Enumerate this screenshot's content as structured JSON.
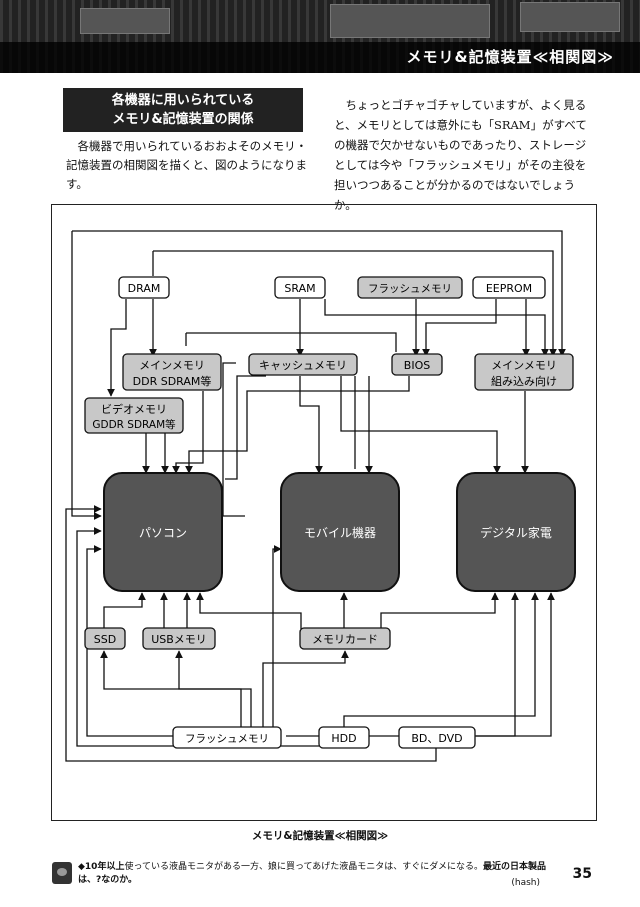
{
  "header": {
    "title": "メモリ&記憶装置≪相関図≫"
  },
  "section": {
    "title_line1": "各機器に用いられている",
    "title_line2": "メモリ&記憶装置の関係"
  },
  "intro_left": "各機器で用いられているおおよそのメモリ・記憶装置の相関図を描くと、図のようになります。",
  "intro_right": "ちょっとゴチャゴチャしていますが、よく見ると、メモリとしては意外にも「SRAM」がすべての機器で欠かせないものであったり、ストレージとしては今や「フラッシュメモリ」がその主役を担いつつあることが分かるのではないでしょうか。",
  "diagram": {
    "dram": "DRAM",
    "sram": "SRAM",
    "flash_top": "フラッシュメモリ",
    "eeprom": "EEPROM",
    "main_memory_pc_1": "メインメモリ",
    "main_memory_pc_2": "DDR SDRAM等",
    "cache": "キャッシュメモリ",
    "bios": "BIOS",
    "main_memory_emb_1": "メインメモリ",
    "main_memory_emb_2": "組み込み向け",
    "video_memory_1": "ビデオメモリ",
    "video_memory_2": "GDDR SDRAM等",
    "pc": "パソコン",
    "mobile": "モバイル機器",
    "digital": "デジタル家電",
    "ssd": "SSD",
    "usb": "USBメモリ",
    "memcard": "メモリカード",
    "flash_bottom": "フラッシュメモリ",
    "hdd": "HDD",
    "bd": "BD、DVD"
  },
  "caption": "メモリ&記憶装置≪相関図≫",
  "footer": {
    "note_pre": "◆10年以上",
    "note_mid": "使っている液晶モニタがある一方、娘に買ってあげた液晶モニタは、すぐにダメになる。",
    "note_post": "最近の日本製品は、?なのか。",
    "signature": "(hash)",
    "page": "35"
  },
  "colors": {
    "dark_box": "#555555",
    "gray_box": "#c8c8c8",
    "light_box": "#ffffff"
  }
}
